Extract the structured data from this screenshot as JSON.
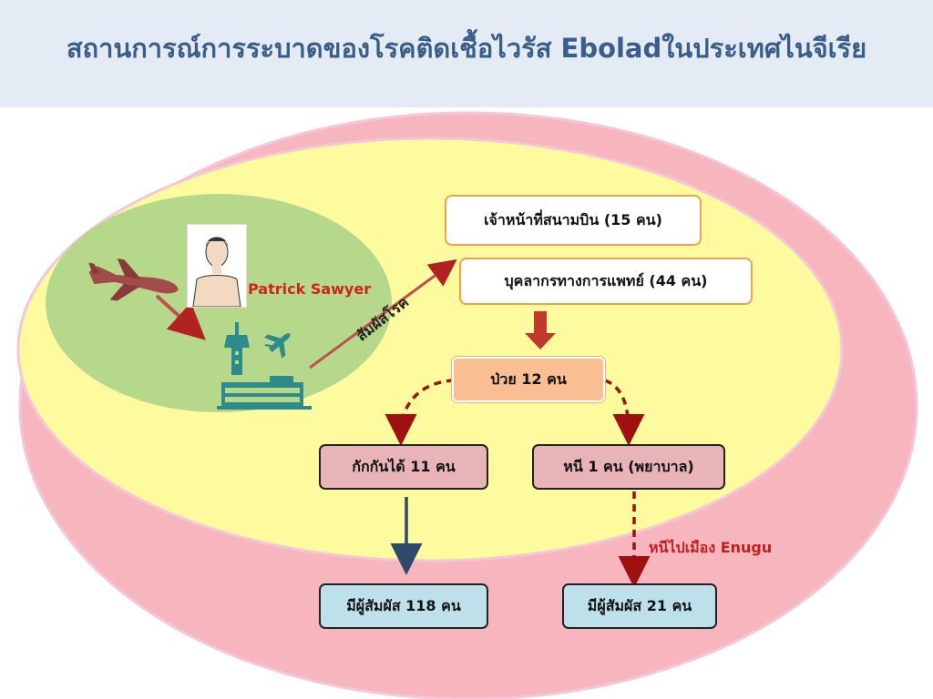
{
  "title": "สถานการณ์การระบาดของโรคติดเชื้อไวรัส Eboladในประเทศไนจีเรีย",
  "patient_label": "Patrick  Sawyer",
  "contact_label": "สัมผัสโรค",
  "boxes": {
    "airport_staff": "เจ้าหน้าที่สนามบิน (15 คน)",
    "medical_staff": "บุคลากรทางการแพทย์ (44 คน)",
    "sick": "ป่วย 12 คน",
    "quarantined": "กักกันได้ 11 คน",
    "escaped": "หนี 1 คน (พยาบาล)",
    "contacts_118": "มีผู้สัมผัส 118 คน",
    "contacts_21": "มีผู้สัมผัส 21 คน"
  },
  "escape_label": "หนีไปเมือง Enugu",
  "colors": {
    "outer_ellipse": "#f7b6bd",
    "inner_ellipse": "#fdfb9e",
    "green_ellipse": "#b6d88a",
    "arrow_red": "#b22222",
    "arrow_navy": "#2e4a6a",
    "airport": "#2e8b8b"
  },
  "icons": [
    "airplane-icon",
    "person-photo",
    "airport-tower-icon",
    "plane-small-icon"
  ]
}
